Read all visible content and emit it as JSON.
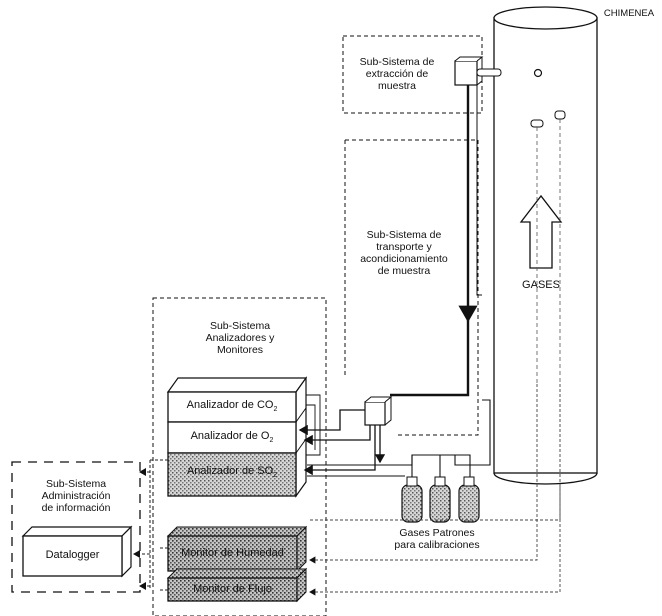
{
  "labels": {
    "chimenea": "CHIMENEA",
    "extraccion": "Sub-Sistema de\nextracción de\nmuestra",
    "transporte": "Sub-Sistema de\ntransporte y\nacondicionamiento\nde muestra",
    "analizadores": "Sub-Sistema\nAnalizadores y\nMonitores",
    "administracion": "Sub-Sistema\nAdministración\nde información",
    "gases": "GASES",
    "patrones": "Gases Patrones\npara calibraciones"
  },
  "blocks": {
    "co2": {
      "text": "Analizador de CO",
      "sub": "2"
    },
    "o2": {
      "text": "Analizador de O",
      "sub": "2"
    },
    "so2": {
      "text": "Analizador de SO",
      "sub": "2"
    },
    "humedad": "Monitor de Humedad",
    "flujo": "Monitor de Flujo",
    "datalogger": "Datalogger"
  },
  "colors": {
    "line": "#111111",
    "dashed": "#222222",
    "stipple": "#9a9a9a"
  }
}
